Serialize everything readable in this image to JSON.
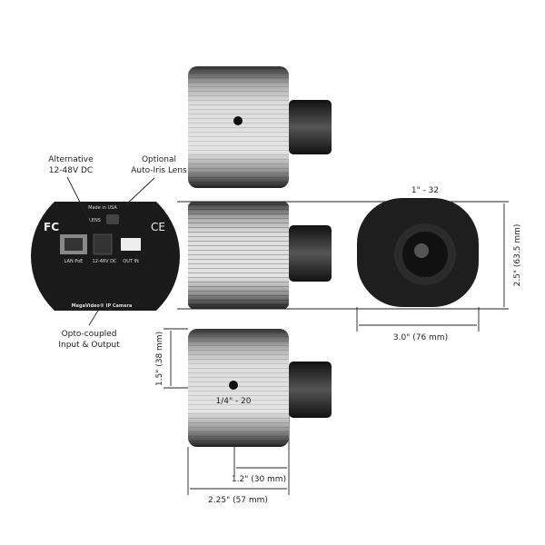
{
  "labels": {
    "alt_power_line1": "Alternative",
    "alt_power_line2": "12-48V DC",
    "iris_line1": "Optional",
    "iris_line2": "Auto-Iris Lens",
    "opto_line1": "Opto-coupled",
    "opto_line2": "Input & Output",
    "thread_top": "1\" - 32",
    "thread_bottom": "1/4\" - 20"
  },
  "back_panel": {
    "made_in": "Made in USA",
    "lens": "LENS",
    "fcc": "FC",
    "ce": "CE",
    "lan": "LAN PoE",
    "power": "12-48V DC",
    "io": "OUT IN",
    "brand": "MegaVideo® IP Camera"
  },
  "dimensions": {
    "height": "2.5\" (63.5 mm)",
    "width": "3.0\" (76 mm)",
    "mount_height": "1.5\" (38 mm)",
    "mount_offset": "1.2\" (30 mm)",
    "depth": "2.25\" (57 mm)"
  }
}
